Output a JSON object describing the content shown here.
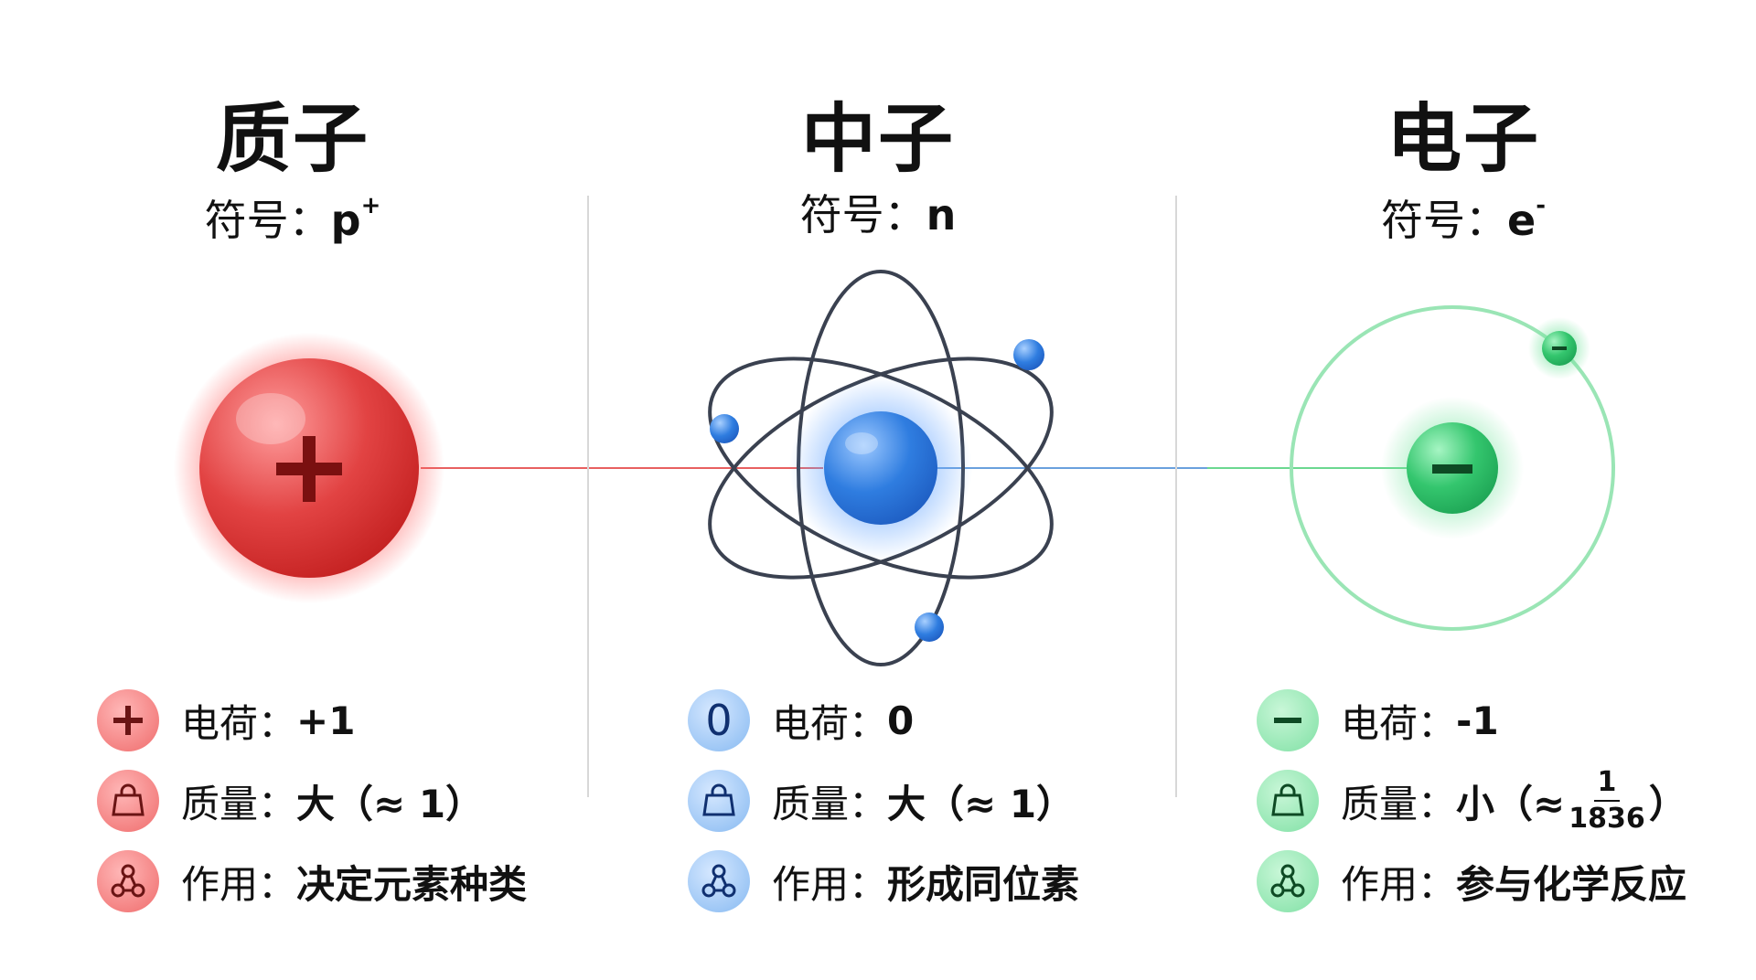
{
  "particles": [
    {
      "title": "质子",
      "symbol_label": "符号：",
      "symbol": "p",
      "symbol_sup": "+",
      "charge_label": "电荷：",
      "charge_value": "+1",
      "mass_label": "质量：",
      "mass_value": "大（≈ 1）",
      "role_label": "作用：",
      "role_value": "决定元素种类",
      "colors": {
        "main": "#d9302f",
        "light": "#ff8c8c"
      }
    },
    {
      "title": "中子",
      "symbol_label": "符号：",
      "symbol": "n",
      "charge_label": "电荷：",
      "charge_value": "0",
      "charge_icon_text": "0",
      "mass_label": "质量：",
      "mass_value": "大（≈ 1）",
      "role_label": "作用：",
      "role_value": "形成同位素",
      "colors": {
        "main": "#2f7de0",
        "light": "#8fc0ff"
      }
    },
    {
      "title": "电子",
      "symbol_label": "符号：",
      "symbol": "e",
      "symbol_sup": "-",
      "charge_label": "电荷：",
      "charge_value": "-1",
      "mass_label": "质量：",
      "mass_value_prefix": "小（≈",
      "mass_fraction_num": "1",
      "mass_fraction_den": "1836",
      "mass_value_suffix": "）",
      "role_label": "作用：",
      "role_value": "参与化学反应",
      "colors": {
        "main": "#2fc46a",
        "light": "#9ef0bb"
      }
    }
  ],
  "icons": {
    "proton": "plus-icon",
    "neutron": "atom-icon",
    "electron": "minus-icon",
    "mass": "weight-bag-icon",
    "role": "molecule-icon"
  }
}
